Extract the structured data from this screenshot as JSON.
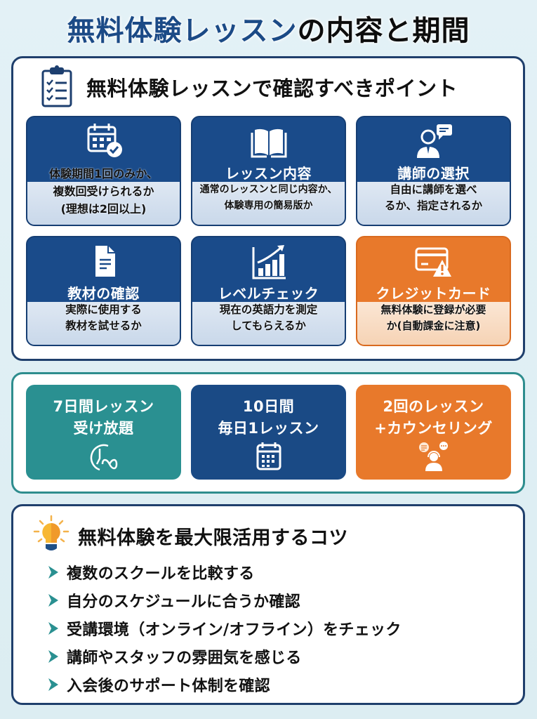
{
  "title": {
    "accent": "無料体験レッスン",
    "rest": "の内容と期間",
    "accent_color": "#1b4a86"
  },
  "checkpoints": {
    "header": "無料体験レッスンで確認すべきポイント",
    "header_icon": "clipboard-checklist-icon",
    "cards": [
      {
        "icon": "calendar-check-icon",
        "title": "",
        "lines": [
          "体験期間1回のみか、",
          "複数回受けられるか",
          "(理想は2回以上)"
        ],
        "color": "#1a4b8a"
      },
      {
        "icon": "open-book-icon",
        "title": "レッスン内容",
        "lines": [
          "通常のレッスンと同じ内容か、",
          "体験専用の簡易版か"
        ],
        "color": "#1a4b8a"
      },
      {
        "icon": "teacher-chat-icon",
        "title": "講師の選択",
        "lines": [
          "自由に講師を選べ",
          "るか、指定されるか"
        ],
        "color": "#1a4b8a"
      },
      {
        "icon": "document-icon",
        "title": "教材の確認",
        "lines": [
          "実際に使用する",
          "教材を試せるか"
        ],
        "color": "#1a4b8a"
      },
      {
        "icon": "growth-chart-icon",
        "title": "レベルチェック",
        "lines": [
          "現在の英語力を測定",
          "してもらえるか"
        ],
        "color": "#1a4b8a"
      },
      {
        "icon": "credit-card-warning-icon",
        "title": "クレジットカード",
        "lines": [
          "無料体験に登録が必要",
          "か(自動課金に注意)"
        ],
        "color": "#e8792b"
      }
    ]
  },
  "durations": [
    {
      "lines": [
        "7日間レッスン",
        "受け放題"
      ],
      "icon": "clock-infinity-icon",
      "color": "#2a9091"
    },
    {
      "lines": [
        "10日間",
        "毎日1レッスン"
      ],
      "icon": "calendar-icon",
      "color": "#1a4a85"
    },
    {
      "lines": [
        "2回のレッスン",
        "+カウンセリング"
      ],
      "icon": "counselor-headset-icon",
      "color": "#e8792b"
    }
  ],
  "tips": {
    "header": "無料体験を最大限活用するコツ",
    "header_icon": "lightbulb-icon",
    "items": [
      "複数のスクールを比較する",
      "自分のスケジュールに合うか確認",
      "受講環境（オンライン/オフライン）をチェック",
      "講師やスタッフの雰囲気を感じる",
      "入会後のサポート体制を確認"
    ],
    "bullet_color": "#2a9091"
  }
}
